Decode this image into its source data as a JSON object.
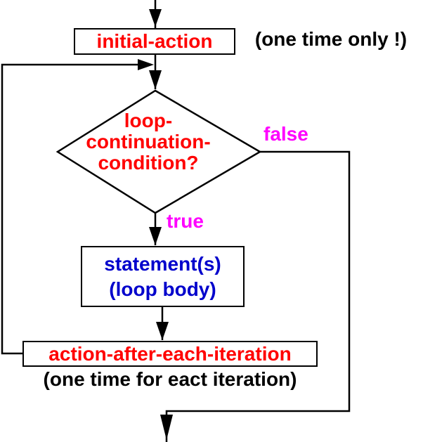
{
  "colors": {
    "action_text": "#ff0000",
    "branch_label_text": "#ff00ff",
    "body_text": "#0000cc",
    "note_text": "#000000",
    "line": "#000000",
    "background": "#ffffff"
  },
  "flowchart": {
    "initial_action": {
      "label": "initial-action",
      "note": "(one time only !)"
    },
    "condition": {
      "line1": "loop-",
      "line2": "continuation-",
      "line3": "condition?"
    },
    "branches": {
      "false_label": "false",
      "true_label": "true"
    },
    "loop_body": {
      "line1": "statement(s)",
      "line2": "(loop body)"
    },
    "after_iteration": {
      "label": "action-after-each-iteration",
      "note": "(one time for eact iteration)"
    }
  }
}
